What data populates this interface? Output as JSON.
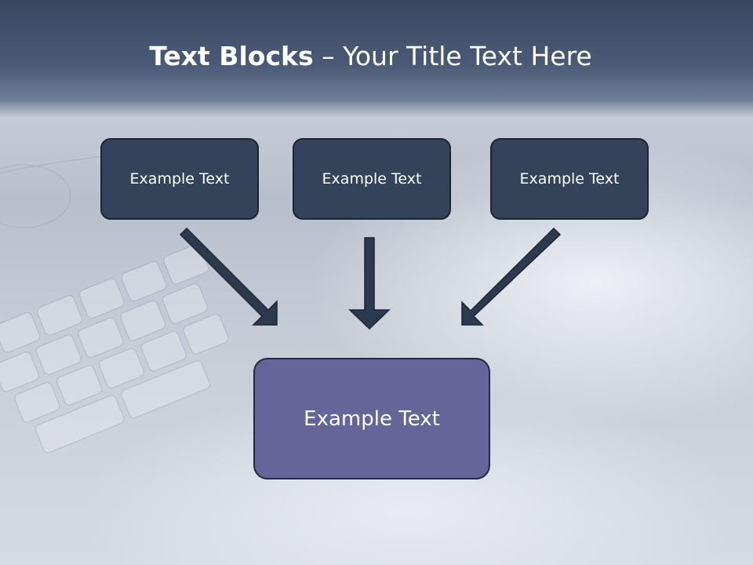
{
  "title": {
    "bold_part": "Text Blocks",
    "separator": " – ",
    "regular_part": "Your Title Text Here"
  },
  "blocks": {
    "top": [
      "Example Text",
      "Example Text",
      "Example Text"
    ],
    "bottom": "Example Text"
  },
  "colors": {
    "header": "#3a4760",
    "top_box_fill": "#34435a",
    "bottom_box_fill": "#65659a",
    "arrow": "#2c3a4f"
  }
}
